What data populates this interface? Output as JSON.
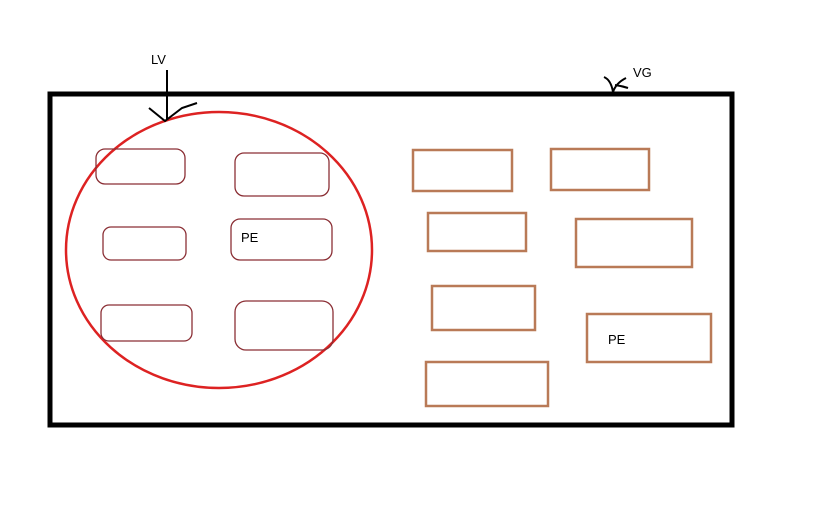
{
  "labels": {
    "lv": "LV",
    "vg": "VG",
    "pe_inside": "PE",
    "pe_outside": "PE"
  },
  "colors": {
    "frame": "#000000",
    "circle": "#dd2222",
    "inner_box": "#8b2f35",
    "outer_box": "#b97a57",
    "arrow": "#000000"
  }
}
